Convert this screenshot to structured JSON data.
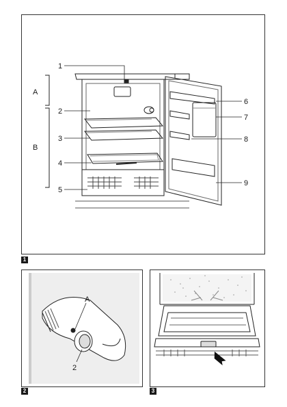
{
  "figure_1": {
    "number": "1",
    "zone_labels": [
      "A",
      "B"
    ],
    "callouts": [
      "1",
      "2",
      "3",
      "4",
      "5",
      "6",
      "7",
      "8",
      "9"
    ]
  },
  "figure_2": {
    "number": "2",
    "callouts": [
      "A",
      "2"
    ]
  },
  "figure_3": {
    "number": "3"
  }
}
